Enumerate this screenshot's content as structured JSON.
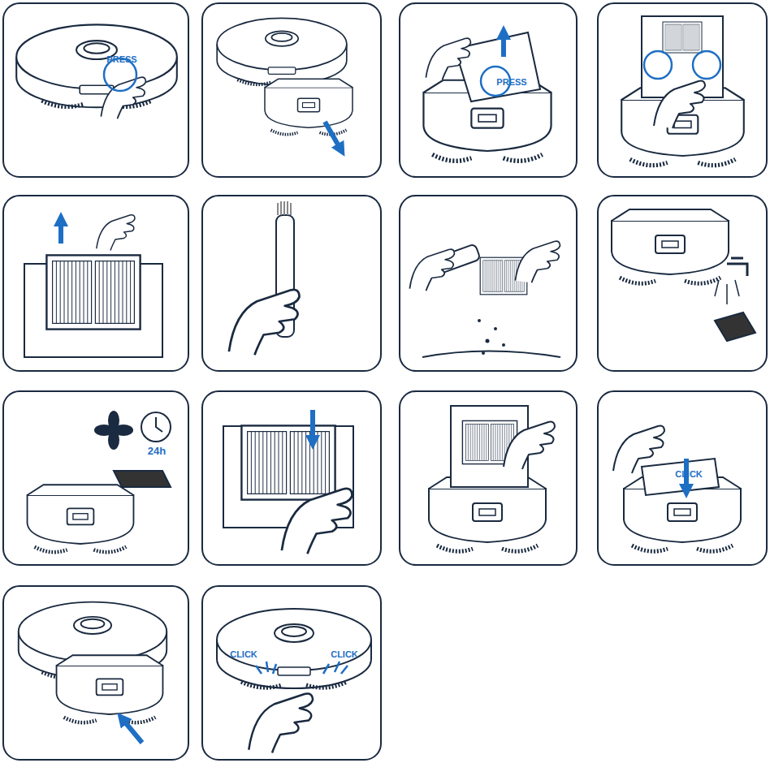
{
  "diagram": {
    "labels": [
      "PRESS",
      "PRESS",
      "24h",
      "CLICK",
      "CLICK",
      "CLICK"
    ]
  }
}
